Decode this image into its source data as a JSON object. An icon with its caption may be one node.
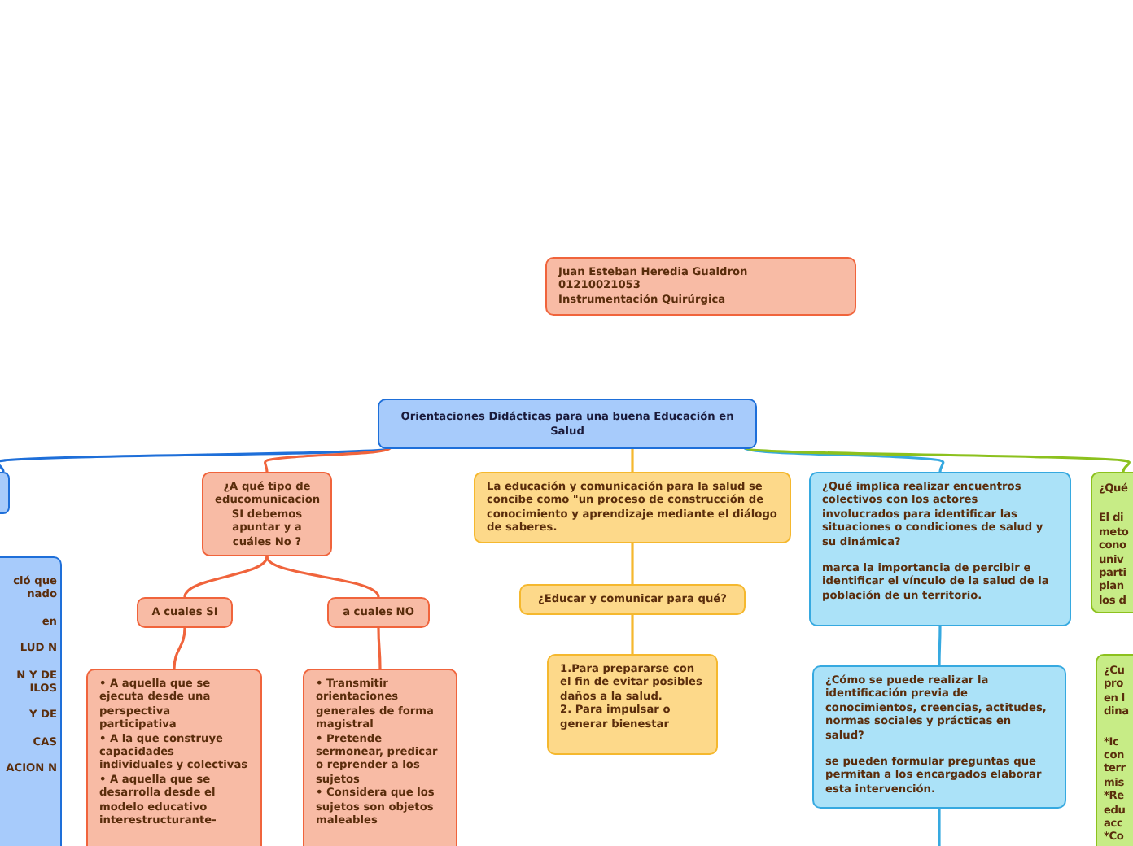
{
  "diagram": {
    "nodes": [
      {
        "text": [
          "Juan Esteban Heredia Gualdron",
          "01210021053",
          "Instrumentación Quirúrgica"
        ]
      },
      {
        "text": [
          "Orientaciones Didácticas para una buena Educación en Salud"
        ]
      },
      {
        "text": [],
        "shape": "box"
      },
      {
        "text": [
          "cló que nado",
          "en",
          "LUD N",
          "N Y DE ILOS",
          "Y DE",
          "CAS",
          "ACION N"
        ]
      },
      {
        "text": [
          "¿A qué tipo de educomunicacion SI debemos apuntar y a cuáles No ?"
        ]
      },
      {
        "text": [
          "A cuales SI"
        ]
      },
      {
        "text": [
          "a cuales NO"
        ]
      },
      {
        "text": [
          "• A aquella que se ejecuta desde una perspectiva participativa",
          "• A la que construye capacidades individuales y colectivas",
          "• A aquella que se desarrolla desde el modelo educativo interestructurante-"
        ]
      },
      {
        "text": [
          "• Transmitir orientaciones generales de forma magistral",
          "• Pretende sermonear, predicar o reprender a los sujetos",
          "• Considera que los sujetos son objetos maleables"
        ]
      },
      {
        "text": [
          "La educación y comunicación para la salud se concibe como \"un proceso de construcción de conocimiento y aprendizaje mediante el diálogo de saberes."
        ]
      },
      {
        "text": [
          "¿Educar y comunicar para qué?"
        ]
      },
      {
        "text": [
          "1.Para prepararse con el fin de evitar posibles daños a la salud.",
          "2. Para impulsar o generar bienestar"
        ]
      },
      {
        "text": [
          "¿Qué implica realizar encuentros colectivos con los actores involucrados para identificar las situaciones o condiciones de salud y su dinámica?",
          "marca la importancia de percibir e identificar el vínculo de la salud de la población de un territorio."
        ]
      },
      {
        "text": [
          "¿Cómo se puede realizar la identificación previa de conocimientos, creencias, actitudes, normas sociales y prácticas en salud?",
          "se pueden formular preguntas que permitan a los encargados elaborar esta intervención."
        ]
      },
      {
        "text": [
          "¿Qué",
          "El di meto cono univ parti plan los d"
        ]
      },
      {
        "text": [
          "¿Cu pro en l dina",
          "*Ic con terr mis",
          "*Re edu acc",
          "*Co"
        ]
      }
    ],
    "edges": [
      {
        "from": 1,
        "to": 2,
        "arrow": "none",
        "color": "#1e6fd9"
      },
      {
        "from": 1,
        "to": 4,
        "arrow": "none",
        "color": "#f0643c"
      },
      {
        "from": 4,
        "to": 5,
        "arrow": "none",
        "color": "#f0643c"
      },
      {
        "from": 4,
        "to": 6,
        "arrow": "none",
        "color": "#f0643c"
      },
      {
        "from": 5,
        "to": 7,
        "arrow": "none",
        "color": "#f0643c"
      },
      {
        "from": 6,
        "to": 8,
        "arrow": "none",
        "color": "#f0643c"
      },
      {
        "from": 1,
        "to": 9,
        "arrow": "none",
        "color": "#f5b82e"
      },
      {
        "from": 9,
        "to": 10,
        "arrow": "none",
        "color": "#f5b82e"
      },
      {
        "from": 10,
        "to": 11,
        "arrow": "none",
        "color": "#f5b82e"
      },
      {
        "from": 1,
        "to": 12,
        "arrow": "none",
        "color": "#36a9e0"
      },
      {
        "from": 12,
        "to": 13,
        "arrow": "none",
        "color": "#36a9e0"
      },
      {
        "from": 13,
        "to": null,
        "arrow": "none",
        "color": "#36a9e0"
      },
      {
        "from": 1,
        "to": 14,
        "arrow": "none",
        "color": "#8cc11e"
      }
    ]
  }
}
